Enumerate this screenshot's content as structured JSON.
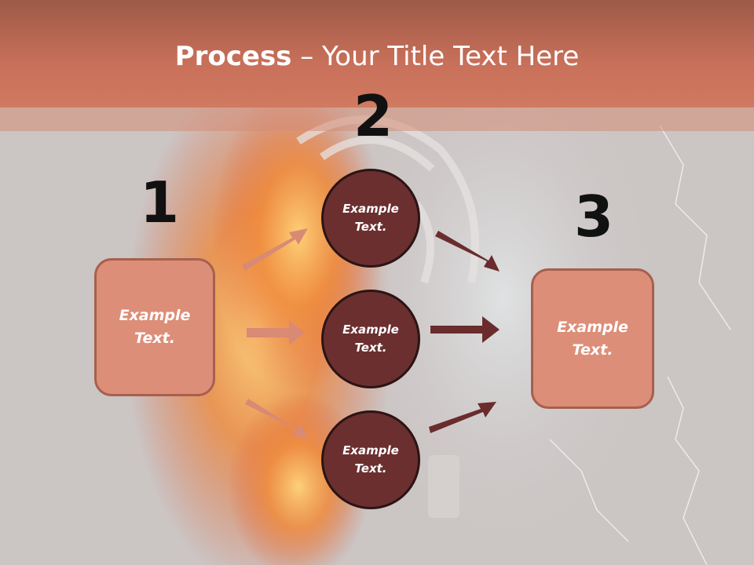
{
  "slide": {
    "title_bold": "Process",
    "title_rest": " – Your Title Text Here"
  },
  "steps": {
    "one": {
      "number": "1",
      "text": "Example\nText."
    },
    "two": {
      "number": "2",
      "texts": [
        "Example\nText.",
        "Example\nText.",
        "Example\nText."
      ]
    },
    "three": {
      "number": "3",
      "text": "Example\nText."
    }
  },
  "colors": {
    "box_fill": "#dd8e78",
    "circle_fill": "#6b2f30",
    "arrow_light": "#d98a74",
    "arrow_dark": "#6a2c2c"
  }
}
